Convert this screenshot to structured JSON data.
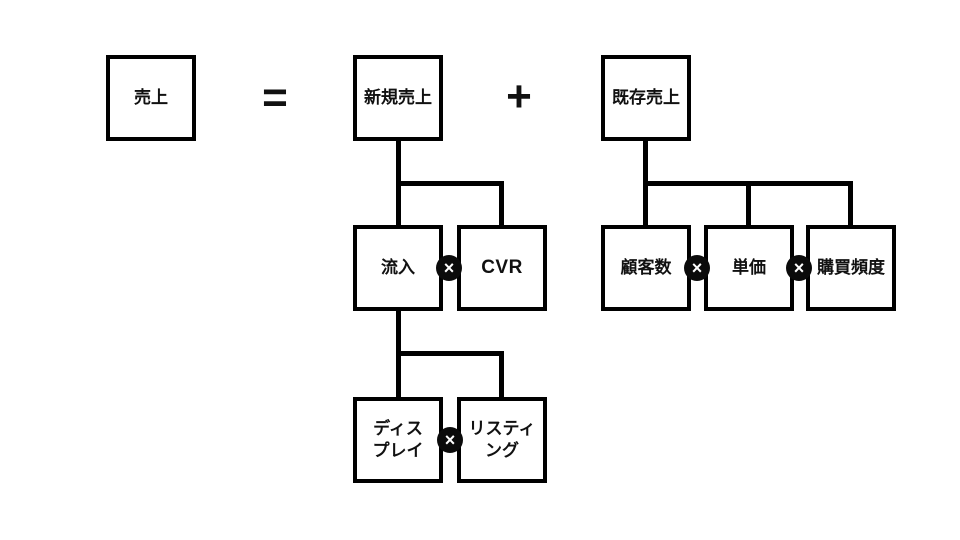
{
  "diagram": {
    "type": "kpi-tree",
    "colors": {
      "background": "#ffffff",
      "box_border": "#000000",
      "box_fill": "#ffffff",
      "text": "#111111",
      "line": "#000000",
      "multiply_badge_fill": "#0b0b0b",
      "multiply_badge_text": "#ffffff"
    },
    "nodes": [
      {
        "id": "sales",
        "label": "売上"
      },
      {
        "id": "new-sales",
        "label": "新規売上"
      },
      {
        "id": "existing-sales",
        "label": "既存売上"
      },
      {
        "id": "inflow",
        "label": "流入"
      },
      {
        "id": "cvr",
        "label": "CVR"
      },
      {
        "id": "customers",
        "label": "顧客数"
      },
      {
        "id": "unit-price",
        "label": "単価"
      },
      {
        "id": "purchase-frequency",
        "label": "購買頻度"
      },
      {
        "id": "display-ads",
        "label": "ディス\nプレイ"
      },
      {
        "id": "listing-ads",
        "label": "リスティ\nング"
      }
    ],
    "operators": {
      "equals": "=",
      "plus": "+",
      "multiply": "×"
    },
    "relations": [
      "売上 = 新規売上 + 既存売上",
      "新規売上 = 流入 × CVR",
      "流入 = ディスプレイ × リスティング",
      "既存売上 = 顧客数 × 単価 × 購買頻度"
    ]
  }
}
